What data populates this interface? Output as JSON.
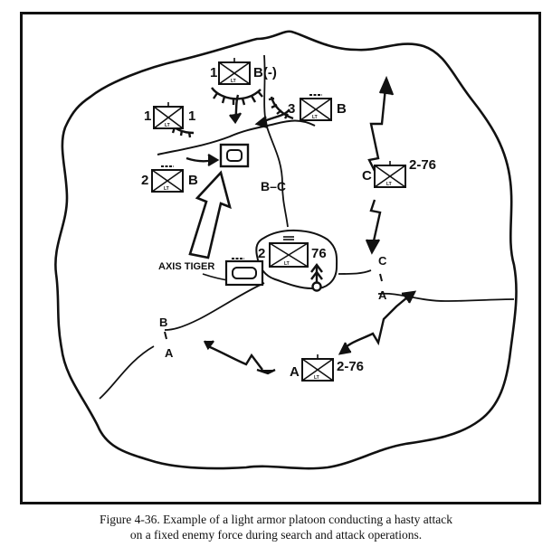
{
  "units": {
    "top": {
      "number": "1",
      "designation": "B(-)"
    },
    "upper_left": {
      "number": "1",
      "designation": "1"
    },
    "upper_right": {
      "number": "3",
      "designation": "B"
    },
    "mid_left": {
      "number": "2",
      "designation": "B"
    },
    "center": {
      "number": "2",
      "designation": "76"
    },
    "right": {
      "prefix": "C",
      "designation": "2-76"
    },
    "bottom": {
      "prefix": "A",
      "designation": "2-76"
    },
    "unit_marker": "LT"
  },
  "labels": {
    "axis_tiger": "AXIS TIGER",
    "boundary_bc": "B–C",
    "boundary_ca_top": "C",
    "boundary_ca_bottom": "A",
    "boundary_ba_top": "B",
    "boundary_ba_bottom": "A"
  },
  "caption": {
    "line1": "Figure 4-36. Example of a light armor platoon conducting a hasty attack",
    "line2": "on a fixed enemy force during search and attack operations."
  },
  "colors": {
    "ink": "#111111",
    "paper": "#ffffff"
  }
}
